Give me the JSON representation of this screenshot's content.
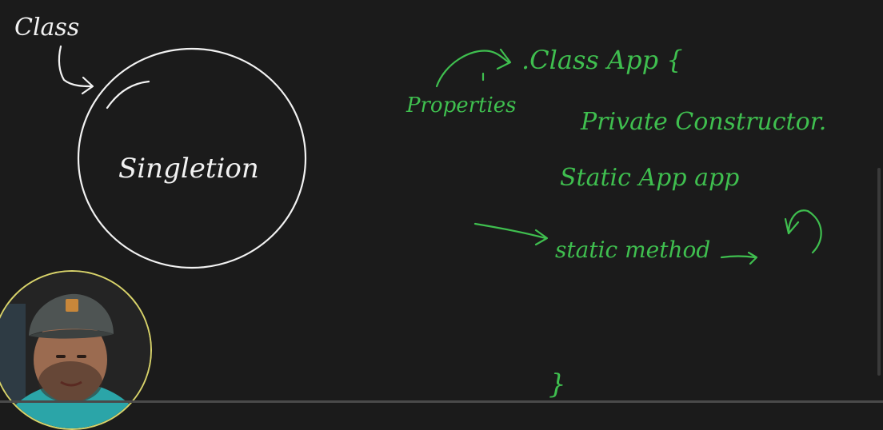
{
  "whiteboard": {
    "class_label": "Class",
    "singleton_label": "Singletion",
    "class_app": ".Class App {",
    "properties_label": "Properties",
    "private_constructor": "Private Constructor.",
    "static_app": "Static App app",
    "static_method": "static method",
    "closing_brace": "}"
  },
  "colors": {
    "background": "#1b1b1b",
    "ink_white": "#f2f2f2",
    "ink_green": "#3fbf4f",
    "webcam_border": "#d8d36a"
  },
  "icons": {
    "avatar": "presenter-webcam"
  }
}
